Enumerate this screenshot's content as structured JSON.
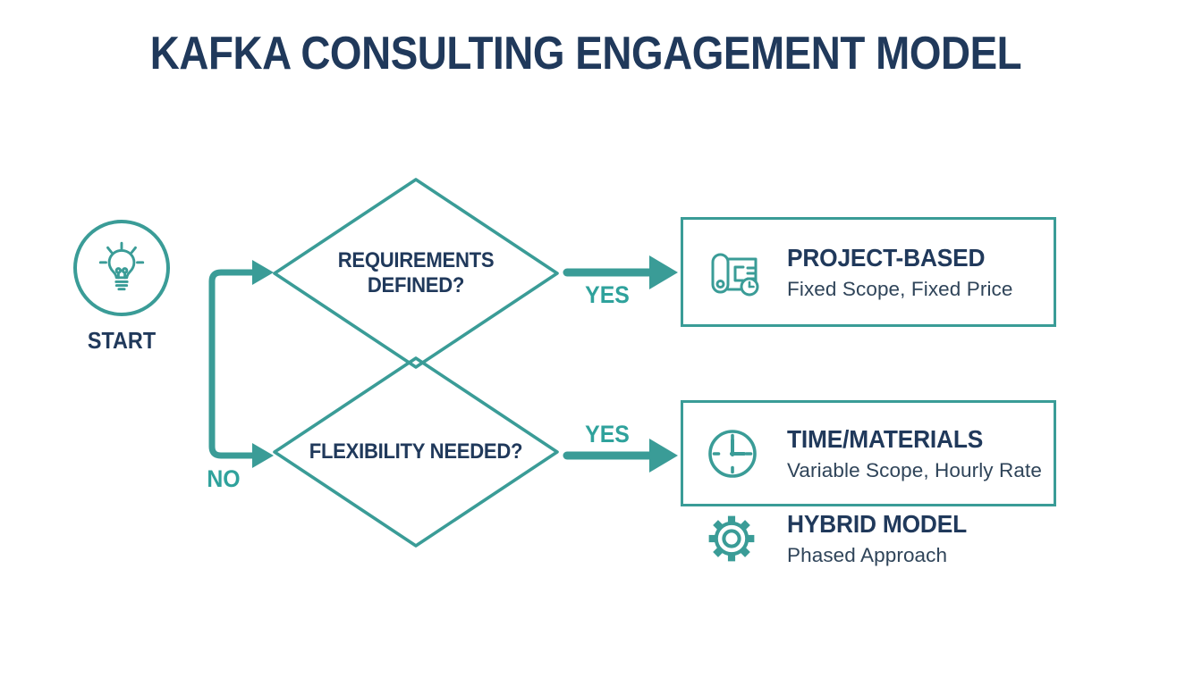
{
  "title": "KAFKA CONSULTING ENGAGEMENT MODEL",
  "colors": {
    "teal": "#3A9C97",
    "teal_label": "#2FA29C",
    "navy": "#20395B",
    "subtitle_text": "#2F4459",
    "background": "#FFFFFF"
  },
  "start": {
    "label": "START",
    "icon": "lightbulb-icon"
  },
  "decisions": [
    {
      "line1": "REQUIREMENTS",
      "line2": "DEFINED?"
    },
    {
      "line1": "FLEXIBILITY NEEDED?"
    }
  ],
  "edge_labels": {
    "yes_top": "YES",
    "yes_bottom": "YES",
    "no": "NO"
  },
  "outcomes": [
    {
      "icon": "blueprint-clock-icon",
      "title": "PROJECT-BASED",
      "subtitle": "Fixed Scope, Fixed Price"
    },
    {
      "icon": "clock-icon",
      "title": "TIME/MATERIALS",
      "subtitle": "Variable Scope, Hourly Rate"
    },
    {
      "icon": "gear-icon",
      "title": "HYBRID MODEL",
      "subtitle": "Phased Approach"
    }
  ]
}
